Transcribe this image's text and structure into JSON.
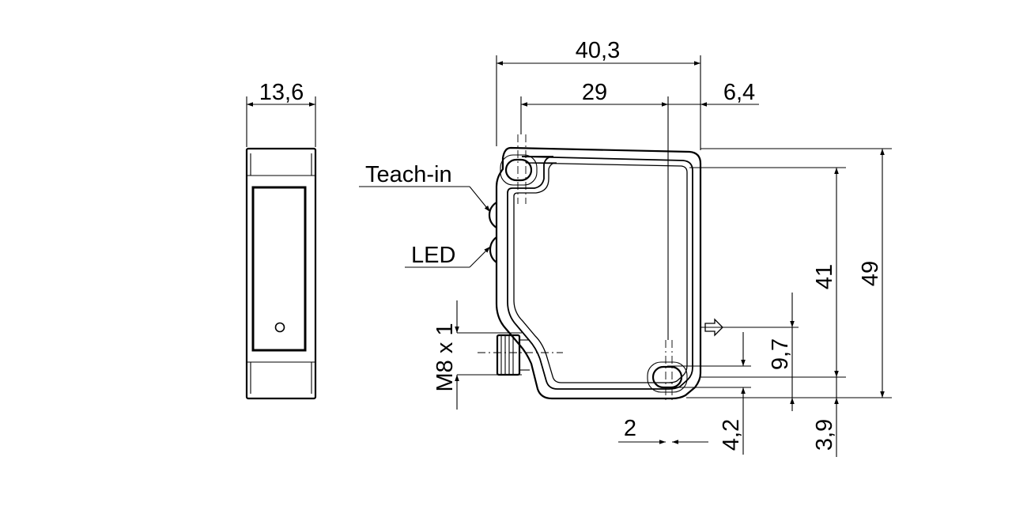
{
  "diagram": {
    "callouts": {
      "teach_in": "Teach-in",
      "led": "LED"
    },
    "dimensions": {
      "side_width": "13,6",
      "overall_width": "40,3",
      "hole_spacing": "29",
      "right_offset": "6,4",
      "inner_height": "41",
      "overall_height": "49",
      "optical_axis": "9,7",
      "hole_offset": "2",
      "hole_height": "4,2",
      "bottom_offset": "3,9",
      "connector": "M8 x 1"
    }
  }
}
